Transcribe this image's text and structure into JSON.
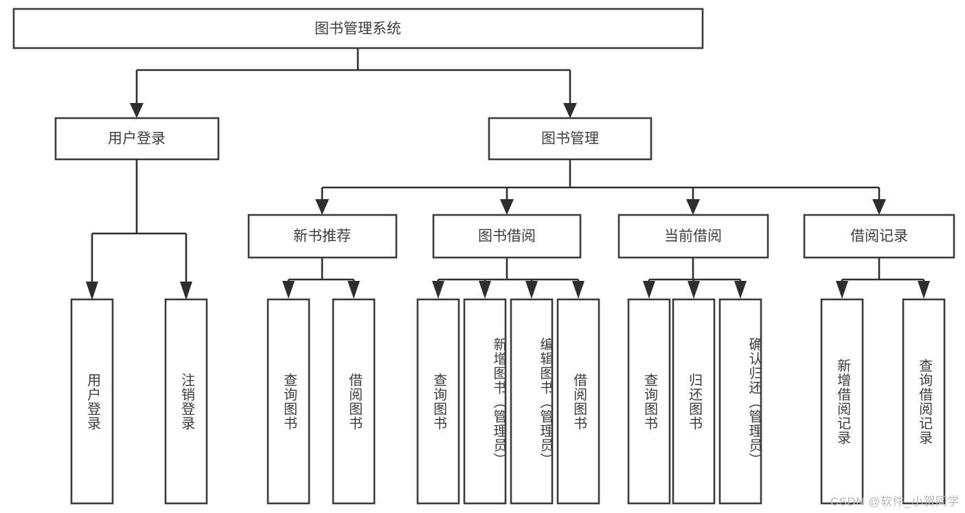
{
  "diagram": {
    "title": "图书管理系统",
    "type": "tree-hierarchy",
    "watermark": "CSDN @软件_小贺同学",
    "colors": {
      "box_stroke": "#3a3a3a",
      "box_fill": "#ffffff",
      "connector": "#2e2e2e",
      "text": "#3c3c3c",
      "watermark": "#b9b9b9",
      "background": "#ffffff"
    },
    "levels": {
      "root": {
        "label": "图书管理系统"
      },
      "level2": [
        {
          "label": "用户登录"
        },
        {
          "label": "图书管理"
        }
      ],
      "level3": [
        {
          "label": "新书推荐"
        },
        {
          "label": "图书借阅"
        },
        {
          "label": "当前借阅"
        },
        {
          "label": "借阅记录"
        }
      ],
      "leaves": {
        "user_login": [
          {
            "label": "用户登录"
          },
          {
            "label": "注销登录"
          }
        ],
        "new_book_recommend": [
          {
            "label": "查询图书"
          },
          {
            "label": "借阅图书"
          }
        ],
        "book_borrow": [
          {
            "label": "查询图书"
          },
          {
            "label": "新增图书（管理员）"
          },
          {
            "label": "编辑图书（管理员）"
          },
          {
            "label": "借阅图书"
          }
        ],
        "current_borrow": [
          {
            "label": "查询图书"
          },
          {
            "label": "归还图书"
          },
          {
            "label": "确认归还（管理员）"
          }
        ],
        "borrow_record": [
          {
            "label": "新增借阅记录"
          },
          {
            "label": "查询借阅记录"
          }
        ]
      }
    }
  }
}
